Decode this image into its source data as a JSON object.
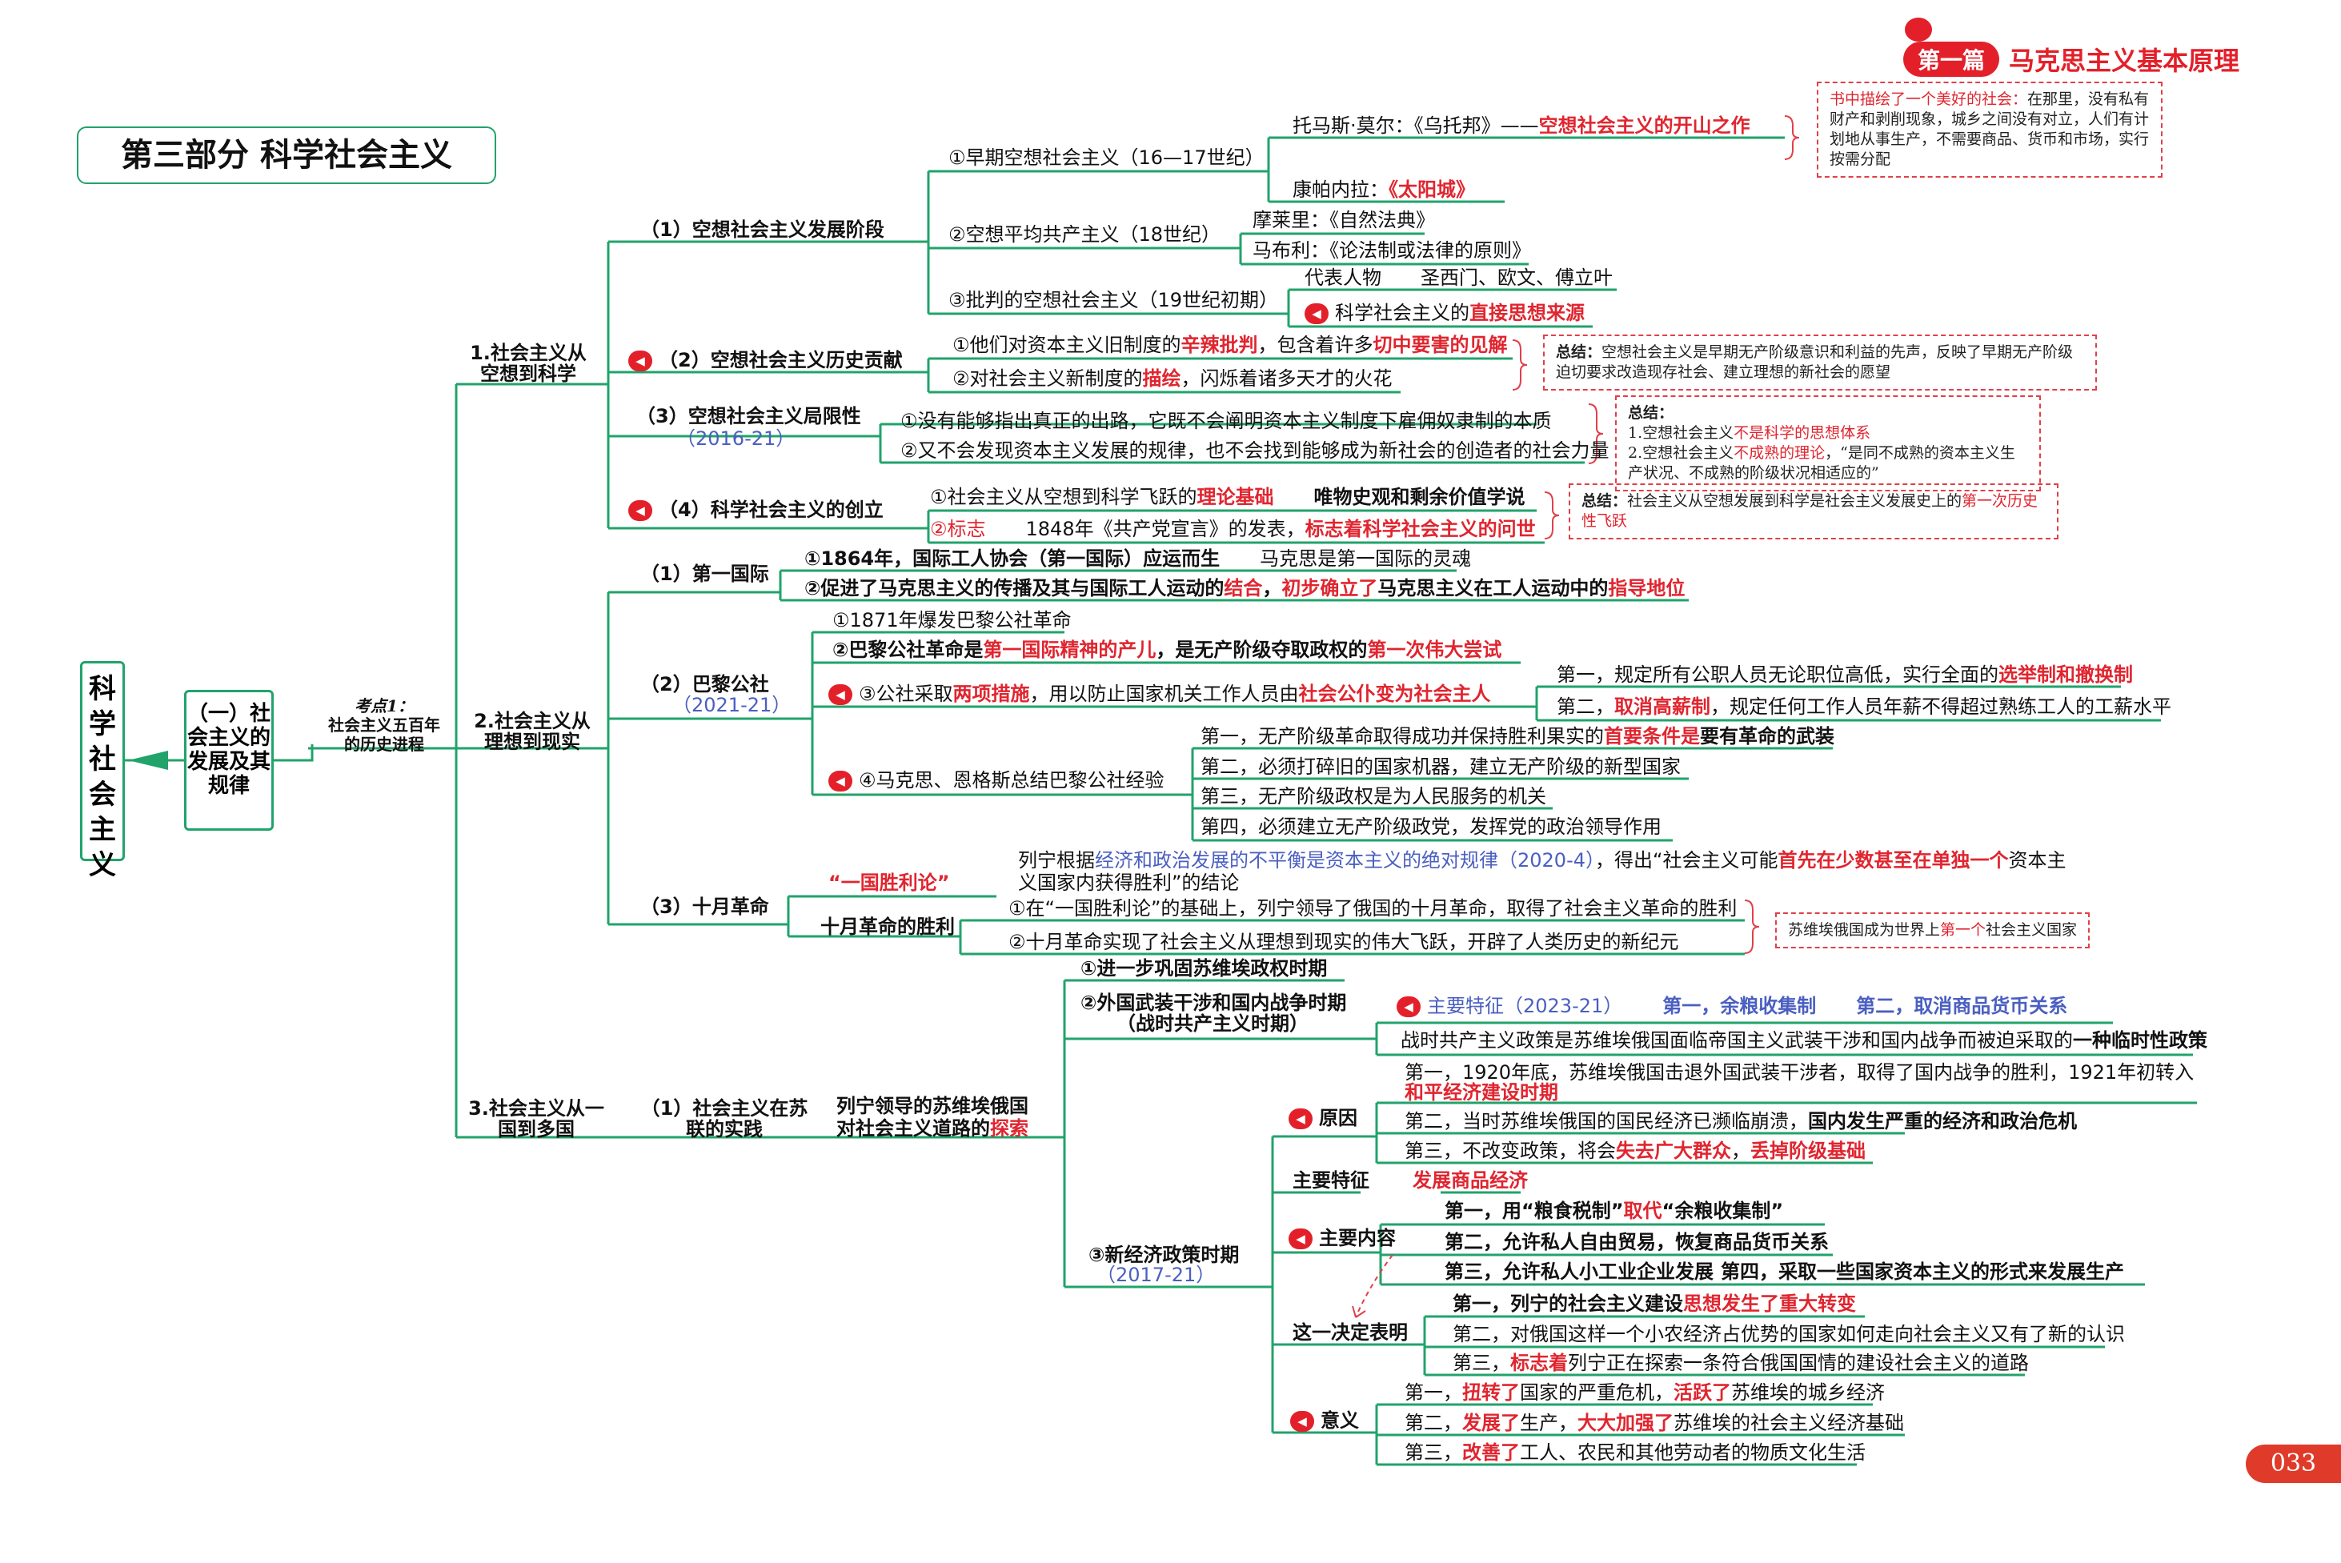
{
  "header": {
    "chapter_label": "第一篇",
    "chapter_title": "马克思主义基本原理"
  },
  "part_title": "第三部分 科学社会主义",
  "page_number": "033",
  "colors": {
    "line": "#21a36b",
    "red": "#e0252f",
    "blue": "#4a5fc1",
    "note_border": "#e0404a"
  },
  "root": {
    "label": "科学社会主义"
  },
  "sub": {
    "label": "（一）社会主义的发展及其规律"
  },
  "exam_point": {
    "label": "考点1：",
    "text": "社会主义五百年的历史进程"
  },
  "s1": {
    "label": "1.社会主义从空想到科学",
    "a": {
      "label": "（1）空想社会主义发展阶段",
      "i1": "①早期空想社会主义（16—17世纪）",
      "more": "托马斯·莫尔：《乌托邦》——",
      "more_hl": "空想社会主义的开山之作",
      "camp": "康帕内拉：",
      "camp_hl": "《太阳城》",
      "i2": "②空想平均共产主义（18世纪）",
      "mor": "摩莱里：《自然法典》",
      "mab": "马布利：《论法制或法律的原则》",
      "i3": "③批判的空想社会主义（19世纪初期）",
      "rep_label": "代表人物",
      "rep": "圣西门、欧文、傅立叶",
      "src": "科学社会主义的",
      "src_hl": "直接思想来源"
    },
    "b": {
      "label": "（2）空想社会主义历史贡献",
      "c1a": "①他们对资本主义旧制度的",
      "c1b": "辛辣批判",
      "c1c": "，包含着许多",
      "c1d": "切中要害的见解",
      "c2a": "②对社会主义新制度的",
      "c2b": "描绘",
      "c2c": "，闪烁着诸多天才的火花"
    },
    "c": {
      "label": "（3）空想社会主义局限性",
      "year": "（2016-21）",
      "l1": "①没有能够指出真正的出路，它既不会阐明资本主义制度下雇佣奴隶制的本质",
      "l2": "②又不会发现资本主义发展的规律，也不会找到能够成为新社会的创造者的社会力量"
    },
    "d": {
      "label": "（4）科学社会主义的创立",
      "f1a": "①社会主义从空想到科学飞跃的",
      "f1b": "理论基础",
      "f1c": "唯物史观和剩余价值学说",
      "f2a": "②标志",
      "f2b": "1848年《共产党宣言》的发表，",
      "f2c": "标志着科学社会主义的问世"
    },
    "notes": {
      "utopia_a": "书中描绘了一个美好的社会：",
      "utopia_b": "在那里，没有私有财产和剥削现象，城乡之间没有对立，人们有计划地从事生产，不需要商品、货币和市场，实行按需分配",
      "sum1_a": "总结：",
      "sum1_b": "空想社会主义是早期无产阶级意识和利益的先声，反映了早期无产阶级迫切要求改造现存社会、建立理想的新社会的愿望",
      "sum2_a": "总结：",
      "sum2_b1": "1.空想社会主义",
      "sum2_b2": "不是科学的思想体系",
      "sum2_c1": "2.空想社会主义",
      "sum2_c2": "不成熟的理论",
      "sum2_c3": "，“是同不成熟的资本主义生产状况、不成熟的阶级状况相适应的”",
      "sum3_a": "总结：",
      "sum3_b": "社会主义从空想发展到科学是社会主义发展史上的",
      "sum3_c": "第一次历史性飞跃"
    }
  },
  "s2": {
    "label": "2.社会主义从理想到现实",
    "a": {
      "label": "（1）第一国际",
      "i1": "①1864年，国际工人协会（第一国际）应运而生",
      "i1b": "马克思是第一国际的灵魂",
      "i2a": "②促进了马克思主义的传播及其与国际工人运动的",
      "i2b": "结合",
      "i2c": "，",
      "i2d": "初步确立了",
      "i2e": "马克思主义在工人运动中的",
      "i2f": "指导地位"
    },
    "b": {
      "label": "（2）巴黎公社",
      "year": "（2021-21）",
      "i1": "①1871年爆发巴黎公社革命",
      "i2a": "②巴黎公社革命是",
      "i2b": "第一国际精神的产儿",
      "i2c": "，是无产阶级夺取政权的",
      "i2d": "第一次伟大尝试",
      "i3a": "③公社采取",
      "i3b": "两项措施",
      "i3c": "，用以防止国家机关工作人员由",
      "i3d": "社会公仆变为社会主人",
      "m1a": "第一，规定所有公职人员无论职位高低，实行全面的",
      "m1b": "选举制和撤换制",
      "m2a": "第二，",
      "m2b": "取消高薪制",
      "m2c": "，规定任何工作人员年薪不得超过熟练工人的工薪水平",
      "i4": "④马克思、恩格斯总结巴黎公社经验",
      "e1a": "第一，无产阶级革命取得成功并保持胜利果实的",
      "e1b": "首要条件是",
      "e1c": "要有革命的武装",
      "e2": "第二，必须打碎旧的国家机器，建立无产阶级的新型国家",
      "e3": "第三，无产阶级政权是为人民服务的机关",
      "e4": "第四，必须建立无产阶级政党，发挥党的政治领导作用"
    },
    "c": {
      "label": "（3）十月革命",
      "theory": "“一国胜利论”",
      "t1a": "列宁根据",
      "t1b": "经济和政治发展的不平衡是资本主义的绝对规律（2020-4）",
      "t1c": "，得出“社会主义可能",
      "t1d": "首先在少数甚至在单独一个",
      "t1e": "资本主",
      "t1f": "义国家内获得胜利”的结论",
      "victory": "十月革命的胜利",
      "v1": "①在“一国胜利论”的基础上，列宁领导了俄国的十月革命，取得了社会主义革命的胜利",
      "v2": "②十月革命实现了社会主义从理想到现实的伟大飞跃，开辟了人类历史的新纪元",
      "note_a": "苏维埃俄国成为世界上",
      "note_b": "第一个",
      "note_c": "社会主义国家"
    }
  },
  "s3": {
    "label": "3.社会主义从一国到多国",
    "a": {
      "label": "（1）社会主义在苏联的实践",
      "lenin_a": "列宁领导的苏维埃俄国",
      "lenin_b": "对社会主义道路的",
      "lenin_c": "探索",
      "p1": "①进一步巩固苏维埃政权时期",
      "p2": "②外国武装干涉和国内战争时期",
      "p2b": "（战时共产主义时期）",
      "feat": "主要特征（2023-21）",
      "feat1": "第一，余粮收集制",
      "feat2": "第二，取消商品货币关系",
      "war": "战时共产主义政策是苏维埃俄国面临帝国主义武装干涉和国内战争而被迫采取的",
      "war_b": "一种临时性政策",
      "p3": "③新经济政策时期",
      "p3y": "（2017-21）",
      "cause": "原因",
      "c1a": "第一，1920年底，苏维埃俄国击退外国武装干涉者，取得了国内战争的胜利，1921年初转入",
      "c1b": "和平经济建设时期",
      "c2a": "第二，当时苏维埃俄国的国民经济已濒临崩溃，",
      "c2b": "国内发生严重的经济和政治危机",
      "c3a": "第三，不改变政策，将会",
      "c3b": "失去广大群众",
      "c3c": "，",
      "c3d": "丢掉阶级基础",
      "mf": "主要特征",
      "mf_v": "发展商品经济",
      "content": "主要内容",
      "k1a": "第一，用“粮食税制”",
      "k1b": "取代",
      "k1c": "“余粮收集制”",
      "k2": "第二，允许私人自由贸易，恢复商品货币关系",
      "k3": "第三，允许私人小工业企业发展",
      "k4": "第四，采取一些国家资本主义的形式来发展生产",
      "shows": "这一决定表明",
      "d1a": "第一，列宁的社会主义建设",
      "d1b": "思想发生了重大转变",
      "d2": "第二，对俄国这样一个小农经济占优势的国家如何走向社会主义又有了新的认识",
      "d3a": "第三，",
      "d3b": "标志着",
      "d3c": "列宁正在探索一条符合俄国国情的建设社会主义的道路",
      "meaning": "意义",
      "s1a": "第一，",
      "s1b": "扭转了",
      "s1c": "国家的严重危机，",
      "s1d": "活跃了",
      "s1e": "苏维埃的城乡经济",
      "s2a": "第二，",
      "s2b": "发展了",
      "s2c": "生产，",
      "s2d": "大大加强了",
      "s2e": "苏维埃的社会主义经济基础",
      "s3a": "第三，",
      "s3b": "改善了",
      "s3c": "工人、农民和其他劳动者的物质文化生活"
    }
  }
}
